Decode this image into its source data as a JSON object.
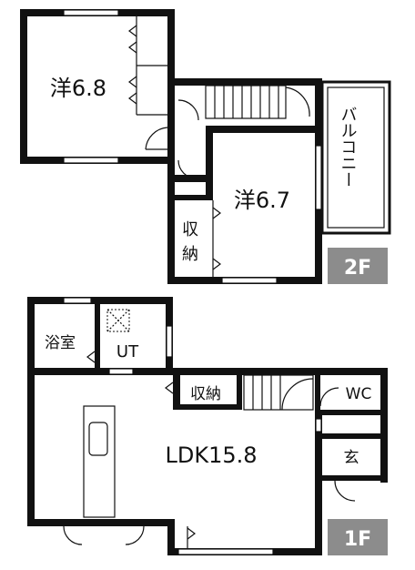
{
  "floors": [
    {
      "badge": "2F",
      "rooms": {
        "western_a": "洋6.8",
        "western_b": "洋6.7",
        "storage_line1": "収",
        "storage_line2": "納",
        "balcony": "バルコニー"
      }
    },
    {
      "badge": "1F",
      "rooms": {
        "bath": "浴室",
        "utility": "UT",
        "storage": "収納",
        "wc": "WC",
        "ldk": "LDK15.8",
        "entrance": "玄"
      }
    }
  ],
  "colors": {
    "wall": "#111111",
    "badge_bg": "#8c8c8c",
    "background": "#ffffff"
  }
}
